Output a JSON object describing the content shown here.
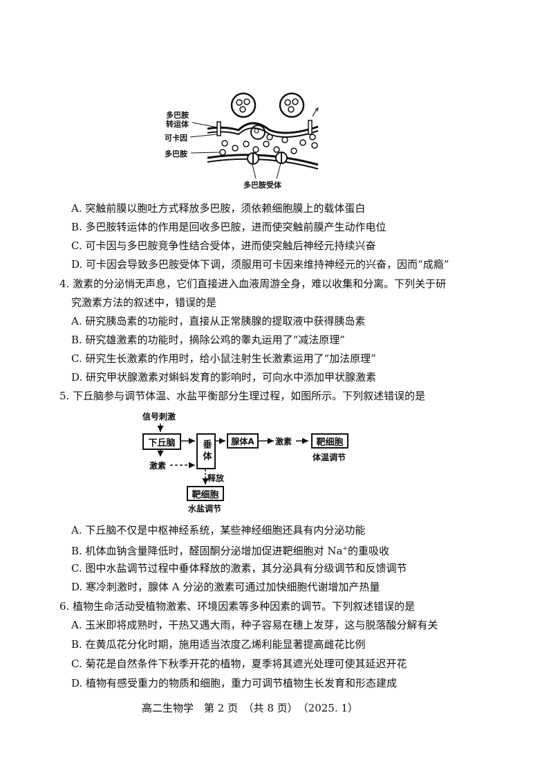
{
  "figure_synapse": {
    "labels": {
      "transporter_line1": "多巴胺",
      "transporter_line2": "转运体",
      "cocaine": "可卡因",
      "dopamine": "多巴胺",
      "receptor": "多巴胺受体"
    }
  },
  "q3_options": [
    "A. 突触前膜以胞吐方式释放多巴胺，须依赖细胞膜上的载体蛋白",
    "B. 多巴胺转运体的作用是回收多巴胺，进而使突触前膜产生动作电位",
    "C. 可卡因与多巴胺竞争性结合受体，进而使突触后神经元持续兴奋",
    "D. 可卡因会导致多巴胺受体下调，须服用可卡因来维持神经元的兴奋，因而“成瘾”"
  ],
  "q4": {
    "stem_line1": "4. 激素的分泌悄无声息，它们直接进入血液周游全身，难以收集和分离。下列关于研",
    "stem_line2": "究激素方法的叙述中，错误的是",
    "options": [
      "A. 研究胰岛素的功能时，直接从正常胰腺的提取液中获得胰岛素",
      "B. 研究雄激素的功能时，摘除公鸡的睾丸运用了“减法原理”",
      "C. 研究生长激素的作用时，给小鼠注射生长激素运用了“加法原理”",
      "D. 研究甲状腺激素对蝌蚪发育的影响时，可向水中添加甲状腺激素"
    ]
  },
  "q5": {
    "stem": "5. 下丘脑参与调节体温、水盐平衡部分生理过程，如图所示。下列叙述错误的是",
    "diagram": {
      "signal": "信号刺激",
      "hypothalamus": "下丘脑",
      "hormone_left": "激素",
      "pituitary": "垂体",
      "gland_a": "腺体A",
      "hormone_right": "激素",
      "target_cell_right": "靶细胞",
      "temp_regulation": "体温调节",
      "release": "释放",
      "target_cell_bottom": "靶细胞",
      "salt_regulation": "水盐调节"
    },
    "options": {
      "A": "A. 下丘脑不仅是中枢神经系统，某些神经细胞还具有内分泌功能",
      "B_before": "B. 机体血钠含量降低时，醛固酮分泌增加促进靶细胞对 Na",
      "B_sup": "+",
      "B_after": "的重吸收",
      "C": "C. 图中水盐调节过程中垂体释放的激素，其分泌具有分级调节和反馈调节",
      "D": "D. 寒冷刺激时，腺体 A 分泌的激素可通过加快细胞代谢增加产热量"
    }
  },
  "q6": {
    "stem": "6. 植物生命活动受植物激素、环境因素等多种因素的调节。下列叙述错误的是",
    "options": [
      "A. 玉米即将成熟时，干热又遇大雨，种子容易在穗上发芽，这与脱落酸分解有关",
      "B. 在黄瓜花分化时期，施用适当浓度乙烯利能显著提高雌花比例",
      "C. 菊花是自然条件下秋季开花的植物，夏季将其遮光处理可使其延迟开花",
      "D. 植物有感受重力的物质和细胞，重力可调节植物生长发育和形态建成"
    ]
  },
  "footer": "高二生物学　第 2 页　（共 8 页）　（2025. 1）"
}
